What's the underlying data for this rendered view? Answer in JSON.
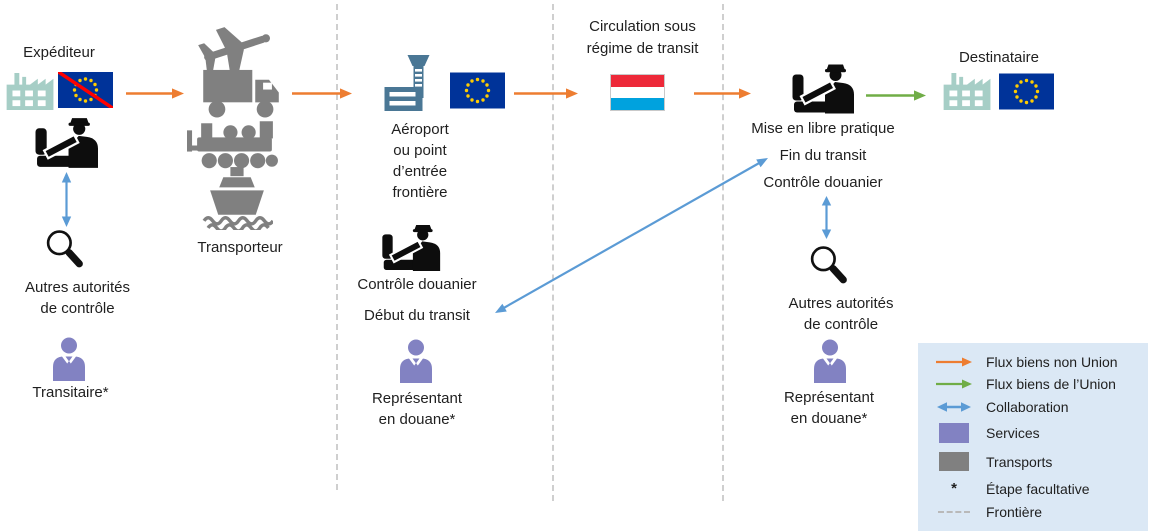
{
  "diagram": {
    "expediteur": {
      "label": "Expéditeur"
    },
    "transporteur": {
      "label": "Transporteur"
    },
    "autres_controle_left": {
      "line1": "Autres autorités",
      "line2": "de contrôle"
    },
    "transitaire": {
      "label": "Transitaire*"
    },
    "aeroport": {
      "lines": [
        "Aéroport",
        "ou point",
        "d’entrée",
        "frontière"
      ]
    },
    "controle_douanier_entry": {
      "label": "Contrôle douanier"
    },
    "debut_transit": {
      "label": "Début du transit"
    },
    "representant_entry": {
      "line1": "Représentant",
      "line2": "en douane*"
    },
    "circulation": {
      "line1": "Circulation sous",
      "line2": "régime de transit"
    },
    "mise_en_libre_pratique": {
      "label": "Mise en libre pratique"
    },
    "fin_transit": {
      "label": "Fin du transit"
    },
    "controle_douanier_exit": {
      "label": "Contrôle douanier"
    },
    "autres_controle_right": {
      "line1": "Autres autorités",
      "line2": "de contrôle"
    },
    "representant_exit": {
      "line1": "Représentant",
      "line2": "en douane*"
    },
    "destinataire": {
      "label": "Destinataire"
    }
  },
  "legend": {
    "items": [
      {
        "label": "Flux biens non Union",
        "marker": "arrow-orange"
      },
      {
        "label": "Flux biens de l’Union",
        "marker": "arrow-green"
      },
      {
        "label": "Collaboration",
        "marker": "arrow-blue-double"
      },
      {
        "label": "Services",
        "marker": "swatch-purple"
      },
      {
        "label": "Transports",
        "marker": "swatch-gray"
      },
      {
        "label": "Étape facultative",
        "marker": "asterisk",
        "symbol": "*"
      },
      {
        "label": "Frontière",
        "marker": "dashed-line"
      }
    ]
  },
  "icons": {
    "factory": "factory-icon",
    "eu_flag": "eu-flag-icon",
    "eu_flag_crossed": "eu-flag-crossed-icon",
    "customs_officer": "customs-officer-icon",
    "magnifier": "magnifier-icon",
    "person": "service-person-icon",
    "plane": "airplane-icon",
    "truck": "truck-icon",
    "train": "train-icon",
    "ship": "ship-icon",
    "airport_tower": "airport-tower-icon",
    "lux_flag": "luxembourg-flag-icon"
  },
  "colors": {
    "flux_non_union": "#ed7d31",
    "flux_union": "#70ad47",
    "collaboration": "#5b9bd5",
    "services": "#8282c2",
    "transports": "#808080",
    "legend_bg": "#dbe8f5",
    "frontiere_dash": "#cfcfcf",
    "eu_blue": "#003399",
    "eu_star": "#ffcc00",
    "lux_red": "#ed2939",
    "lux_blue": "#00a2de",
    "factory_teal": "#a6cec6",
    "airport_blue": "#4a7795"
  }
}
